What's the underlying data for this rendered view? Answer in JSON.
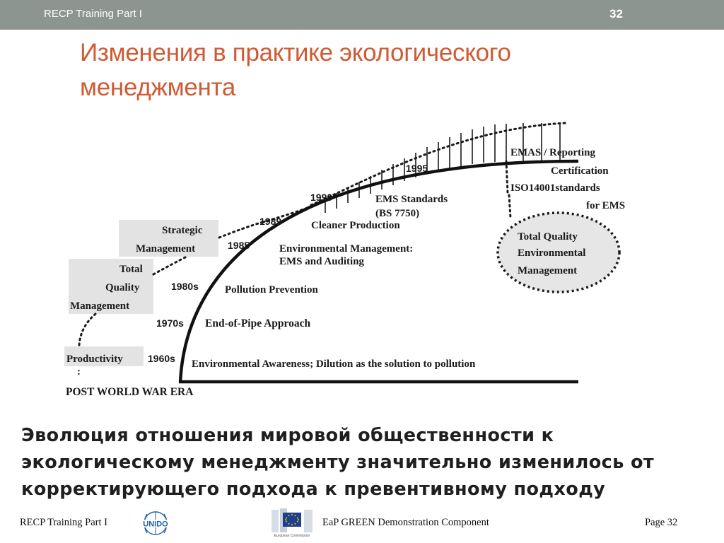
{
  "header": {
    "title": "RECP Training Part I",
    "slide_number": "32"
  },
  "slide": {
    "title": "Изменения в практике экологического менеджмента",
    "caption": "Эволюция отношения мировой общественности к экологическому менеджменту значительно изменилось от корректирующего подхода к превентивному подходу"
  },
  "diagram": {
    "base_label": "POST WORLD WAR ERA",
    "left_boxes": {
      "productivity": "Productivity",
      "productivity_dots": ":",
      "tqm_1": "Total",
      "tqm_2": "Quality",
      "tqm_3": "Management",
      "strategic_1": "Strategic",
      "strategic_2": "Management"
    },
    "years": {
      "y1960s": "1960s",
      "y1970s": "1970s",
      "y1980s": "1980s",
      "y1985": "1985",
      "y1989": "1989",
      "y1990": "1990",
      "y1995": "1995"
    },
    "stages": {
      "awareness": "Environmental Awareness; Dilution as the solution to pollution",
      "end_of_pipe": "End-of-Pipe Approach",
      "pollution_prevention": "Pollution Prevention",
      "env_mgmt_1": "Environmental Management:",
      "env_mgmt_2": "EMS and Auditing",
      "cleaner": "Cleaner Production",
      "ems_std_1": "EMS Standards",
      "ems_std_2": "(BS 7750)"
    },
    "right_labels": {
      "emas": "EMAS / Reporting",
      "certification": "Certification",
      "iso": "ISO14001standards",
      "for_ems": "for EMS"
    },
    "tqem": {
      "line1": "Total Quality",
      "line2": "Environmental",
      "line3": "Management"
    }
  },
  "footer": {
    "left": "RECP Training Part I",
    "center": "EaP GREEN Demonstration Component",
    "right": "Page 32",
    "unido_logo_text": "UNIDO",
    "eu_logo_text": "European Commission"
  },
  "colors": {
    "title": "#cf5a33",
    "topbar": "#8c9590",
    "box_fill": "#e3e3e3",
    "ellipse_fill": "#e6e6e6"
  }
}
